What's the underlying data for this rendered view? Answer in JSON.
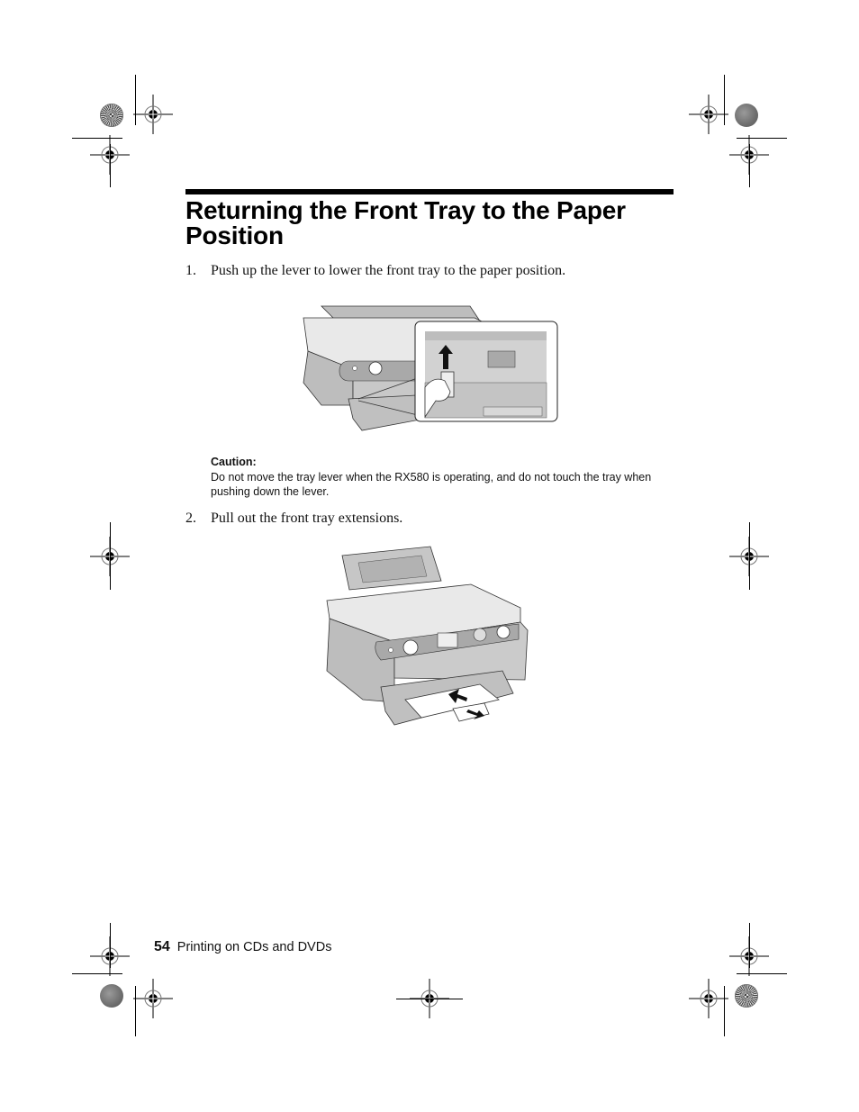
{
  "page": {
    "rule_color": "#000000",
    "title": "Returning the Front Tray to the Paper Position",
    "steps": [
      {
        "number": "1.",
        "text": "Push up the lever to lower the front tray to the paper position."
      },
      {
        "number": "2.",
        "text": "Pull out the front tray extensions."
      }
    ],
    "caution": {
      "label": "Caution:",
      "text": "Do not move the tray lever when the RX580 is operating, and do not touch the tray when pushing down the lever."
    },
    "figures": [
      {
        "name": "push-lever-illustration",
        "icon": "printer-lever-up-arrow"
      },
      {
        "name": "pull-extensions-illustration",
        "icon": "printer-tray-extension-arrows"
      }
    ],
    "footer": {
      "page_number": "54",
      "section": "Printing on CDs and DVDs"
    }
  }
}
